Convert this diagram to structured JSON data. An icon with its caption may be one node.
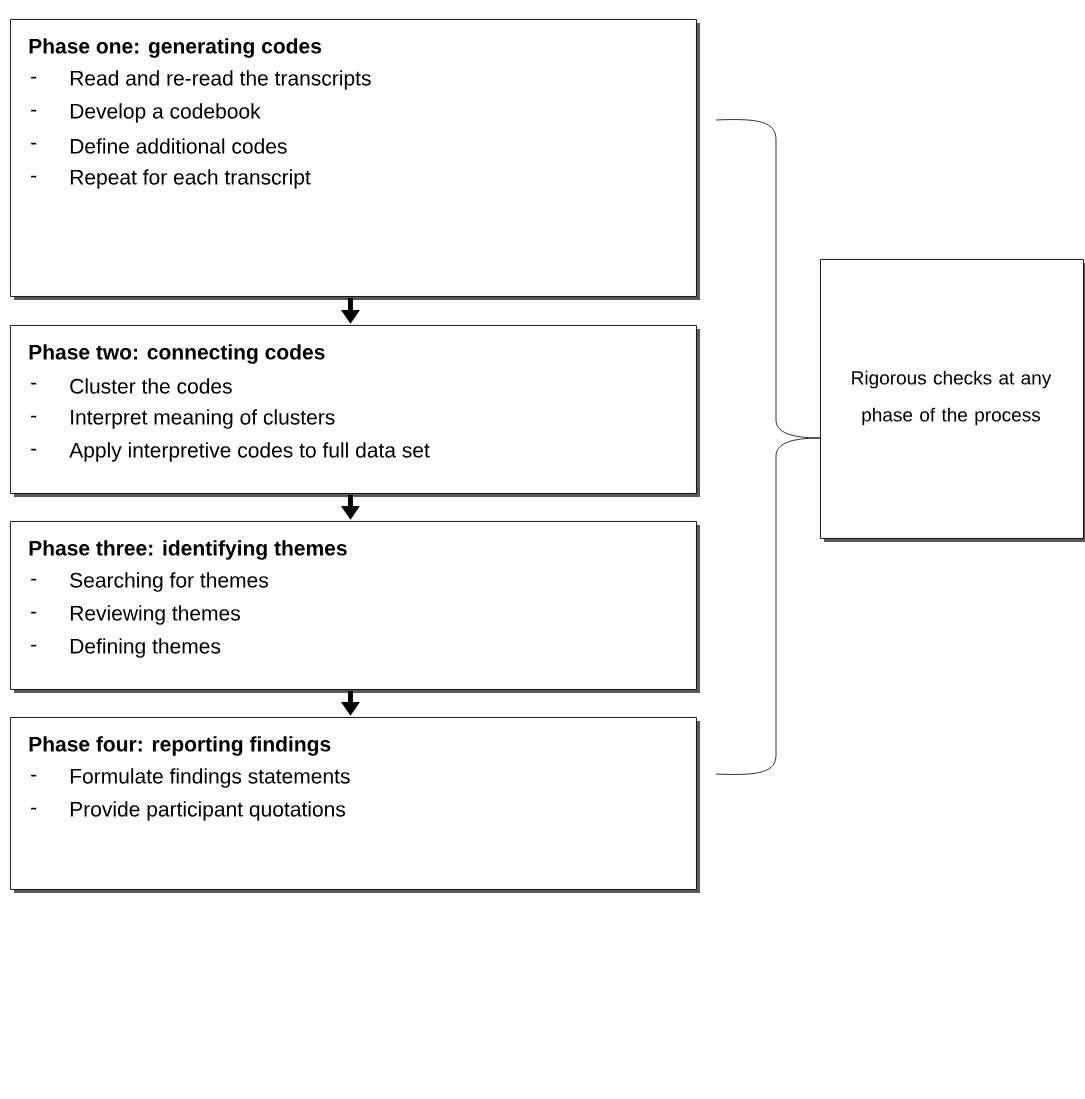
{
  "diagram": {
    "nodes": [
      {
        "text": [
          "Phase one: generating codes",
          "Read and re-read the transcripts",
          "Develop a codebook",
          "Define additional codes",
          "Repeat for each transcript"
        ]
      },
      {
        "text": [
          "Phase two: connecting codes",
          "Cluster the codes",
          "Interpret meaning of clusters",
          "Apply interpretive codes to full data set"
        ]
      },
      {
        "text": [
          "Phase three: identifying themes",
          "Searching for themes",
          "Reviewing themes",
          "Defining themes"
        ]
      },
      {
        "text": [
          "Phase four: reporting findings",
          "Formulate findings statements",
          "Provide participant quotations"
        ]
      },
      {
        "text": [
          "Rigorous checks at any phase of the process"
        ]
      }
    ],
    "edges": [
      {
        "from": 0,
        "to": 1,
        "arrow": "to"
      },
      {
        "from": 1,
        "to": 2,
        "arrow": "to"
      },
      {
        "from": 2,
        "to": 3,
        "arrow": "to"
      }
    ],
    "labels": [
      "-",
      "-",
      "-",
      "-",
      "-",
      "-",
      "-",
      "-",
      "-",
      "-",
      "-",
      "-"
    ]
  }
}
